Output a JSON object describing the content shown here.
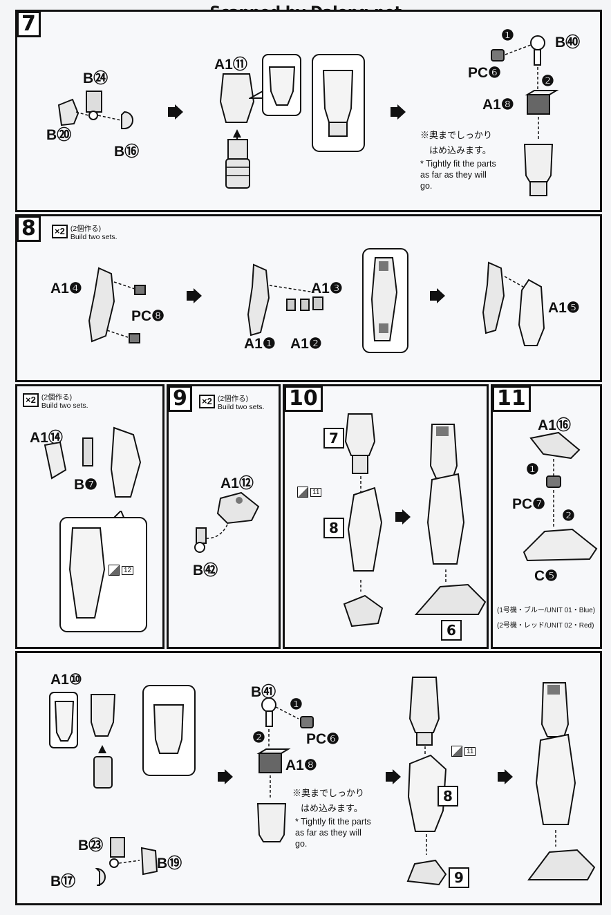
{
  "watermark": "Scanned by Dalong.net",
  "step7": {
    "num": "7",
    "b24": "B㉔",
    "b20": "B⑳",
    "b16": "B⑯",
    "a11": "A1⑪",
    "b40": "B㊵",
    "pc6": "PC❻",
    "a18": "A1❽",
    "jp_note_1": "※奥までしっかり",
    "jp_note_2": "はめ込みます。",
    "en_note": "* Tightly fit the parts as far as they will go.",
    "marker1": "❶",
    "marker2": "❷"
  },
  "step8": {
    "num": "8",
    "x2_badge": "×2",
    "x2_jp": "(2個作る)",
    "x2_en": "Build two sets.",
    "a4": "A1❹",
    "pc8": "PC❽",
    "a3": "A1❸",
    "a1": "A1❶",
    "a2": "A1❷",
    "a5": "A1❺"
  },
  "step8b": {
    "x2_badge": "×2",
    "x2_jp": "(2個作る)",
    "x2_en": "Build two sets.",
    "a14": "A1⑭",
    "b7": "B❼",
    "ref": "12"
  },
  "step9": {
    "num": "9",
    "x2_badge": "×2",
    "x2_jp": "(2個作る)",
    "x2_en": "Build two sets.",
    "a12": "A1⑫",
    "b42": "B㊷"
  },
  "step10": {
    "num": "10",
    "ref7": "7",
    "ref8": "8",
    "ref6": "6",
    "tiny": "11"
  },
  "step11": {
    "num": "11",
    "a16": "A1⑯",
    "pc7": "PC❼",
    "c5": "C❺",
    "marker1": "❶",
    "marker2": "❷",
    "unit1": "(1号機・ブルー/UNIT 01・Blue)",
    "unit2": "(2号機・レッド/UNIT 02・Red)"
  },
  "step12": {
    "a10": "A1⑩",
    "b23": "B㉓",
    "b19": "B⑲",
    "b17": "B⑰",
    "b41": "B㊶",
    "pc6": "PC❻",
    "a18": "A1❽",
    "marker1": "❶",
    "marker2": "❷",
    "jp_note_1": "※奥までしっかり",
    "jp_note_2": "はめ込みます。",
    "en_note": "* Tightly fit the parts as far as they will go.",
    "ref8": "8",
    "ref9": "9",
    "tiny": "11"
  },
  "icons": [
    "step-arrow-icon",
    "part-arrow-icon",
    "thigh-part-icon",
    "lower-leg-part-icon",
    "foot-part-icon",
    "polycap-icon"
  ]
}
